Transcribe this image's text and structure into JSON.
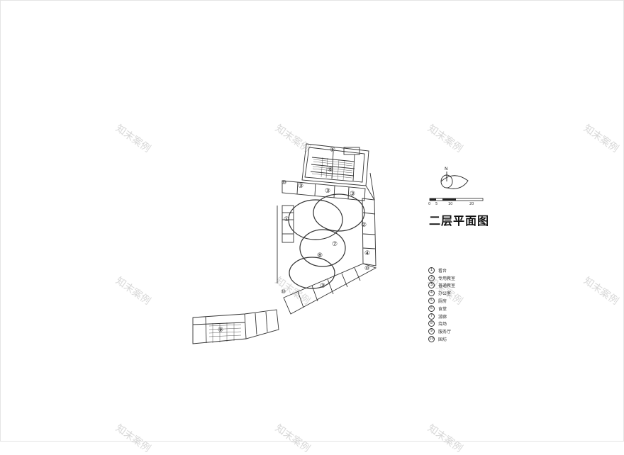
{
  "title": "二层平面图",
  "north_label": "N",
  "scale_labels": [
    "0",
    "5",
    "10",
    "20"
  ],
  "watermark": "知末案例",
  "plan_markers": [
    "①",
    "②",
    "③",
    "④",
    "⑤",
    "⑥",
    "⑦",
    "⑧",
    "⑨",
    "⑩"
  ],
  "legend": [
    {
      "num": "1",
      "label": "看台"
    },
    {
      "num": "2",
      "label": "专用教室"
    },
    {
      "num": "3",
      "label": "普通教室"
    },
    {
      "num": "4",
      "label": "办公室"
    },
    {
      "num": "5",
      "label": "厨房"
    },
    {
      "num": "6",
      "label": "食堂"
    },
    {
      "num": "7",
      "label": "游廊"
    },
    {
      "num": "8",
      "label": "烧场"
    },
    {
      "num": "9",
      "label": "服务厅"
    },
    {
      "num": "10",
      "label": "国坊"
    }
  ],
  "colors": {
    "line": "#333333",
    "watermark": "#d8d8d8",
    "background": "#ffffff"
  }
}
